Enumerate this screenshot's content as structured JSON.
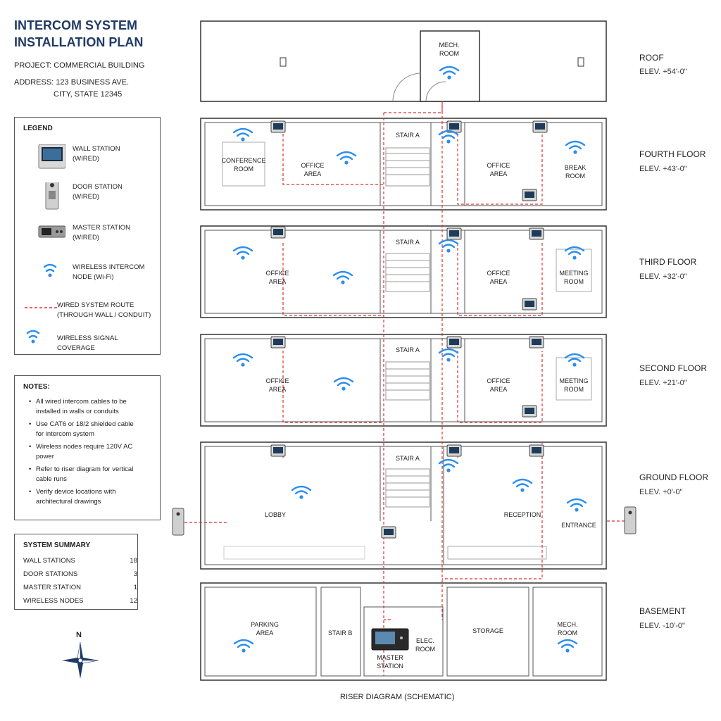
{
  "header": {
    "title_line1": "INTERCOM SYSTEM",
    "title_line2": "INSTALLATION PLAN",
    "project": "PROJECT: COMMERCIAL BUILDING",
    "address_line1": "ADDRESS: 123 BUSINESS AVE.",
    "address_line2": "CITY, STATE 12345"
  },
  "legend": {
    "title": "LEGEND",
    "items": [
      {
        "icon": "wall-station-icon",
        "label": "WALL STATION\n(WIRED)"
      },
      {
        "icon": "door-station-icon",
        "label": "DOOR STATION\n(WIRED)"
      },
      {
        "icon": "master-station-icon",
        "label": "MASTER STATION\n(WIRED)"
      },
      {
        "icon": "wifi-icon",
        "label": "WIRELESS INTERCOM\nNODE (Wi-Fi)"
      },
      {
        "icon": "dashed-line-icon",
        "label": "WIRED SYSTEM ROUTE\n(THROUGH WALL / CONDUIT)"
      },
      {
        "icon": "wifi-icon",
        "label": "WIRELESS SIGNAL COVERAGE"
      }
    ]
  },
  "notes": {
    "title": "NOTES:",
    "items": [
      "All wired intercom cables to be\ninstalled in walls or conduits",
      "Use CAT6 or 18/2 shielded cable\nfor intercom system",
      "Wireless nodes require 120V AC\npower",
      "Refer to riser diagram for vertical\ncable runs",
      "Verify device locations with\narchitectural drawings"
    ]
  },
  "summary": {
    "title": "SYSTEM SUMMARY",
    "rows": [
      {
        "label": "WALL STATIONS",
        "value": "18"
      },
      {
        "label": "DOOR STATIONS",
        "value": "3"
      },
      {
        "label": "MASTER STATION",
        "value": "1"
      },
      {
        "label": "WIRELESS NODES",
        "value": "12"
      }
    ]
  },
  "compass": {
    "north": "N"
  },
  "floors": [
    {
      "name": "ROOF",
      "elev": "ELEV. +54'-0\""
    },
    {
      "name": "FOURTH FLOOR",
      "elev": "ELEV. +43'-0\""
    },
    {
      "name": "THIRD FLOOR",
      "elev": "ELEV. +32'-0\""
    },
    {
      "name": "SECOND FLOOR",
      "elev": "ELEV. +21'-0\""
    },
    {
      "name": "GROUND FLOOR",
      "elev": "ELEV. +0'-0\""
    },
    {
      "name": "BASEMENT",
      "elev": "ELEV. -10'-0\""
    }
  ],
  "rooms": {
    "roof_mech": "MECH.\nROOM",
    "f4_conference": "CONFERENCE\nROOM",
    "f4_office_left": "OFFICE\nAREA",
    "f4_stair": "STAIR A",
    "f4_office_right": "OFFICE\nAREA",
    "f4_break": "BREAK\nROOM",
    "f3_office_left": "OFFICE\nAREA",
    "f3_stair": "STAIR A",
    "f3_office_right": "OFFICE\nAREA",
    "f3_meeting": "MEETING\nROOM",
    "f2_office_left": "OFFICE\nAREA",
    "f2_stair": "STAIR A",
    "f2_office_right": "OFFICE\nAREA",
    "f2_meeting": "MEETING\nROOM",
    "g_stair": "STAIR A",
    "g_lobby": "LOBBY",
    "g_reception": "RECEPTION",
    "g_entrance": "ENTRANCE",
    "b_parking": "PARKING\nAREA",
    "b_stair": "STAIR B",
    "b_master": "MASTER\nSTATION",
    "b_elec": "ELEC.\nROOM",
    "b_storage": "STORAGE",
    "b_mech": "MECH.\nROOM"
  },
  "footer": {
    "riser": "RISER DIAGRAM (SCHEMATIC)"
  },
  "colors": {
    "wifi": "#2a8df0",
    "route": "#e03030",
    "title": "#1f3a66"
  }
}
